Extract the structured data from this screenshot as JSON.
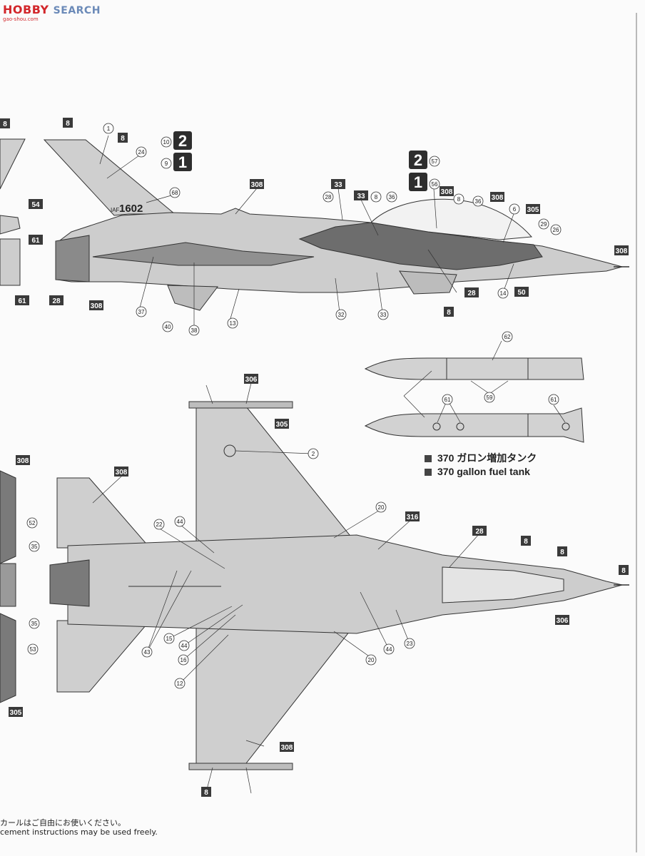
{
  "watermark": {
    "brand": "HOBBY",
    "suffix": "SEARCH",
    "url": "gao-shou.com"
  },
  "fuel_tank": {
    "label_jp": "370 ガロン増加タンク",
    "label_en": "370 gallon fuel tank"
  },
  "footer": {
    "line_jp": "カールはご自由にお使いください。",
    "line_en": "cement instructions may be used freely."
  },
  "aircraft_marks": {
    "serial_prefix": "IAF",
    "serial": "1602"
  },
  "badges": {
    "b2": "2",
    "b1": "1"
  },
  "box_callouts": [
    "8",
    "8",
    "8",
    "54",
    "61",
    "61",
    "28",
    "308",
    "308",
    "33",
    "33",
    "308",
    "308",
    "305",
    "28",
    "50",
    "8",
    "308",
    "306",
    "305",
    "308",
    "308",
    "316",
    "28",
    "8",
    "8",
    "8",
    "306",
    "308",
    "305",
    "8"
  ],
  "circle_callouts": [
    "1",
    "24",
    "10",
    "9",
    "68",
    "28",
    "8",
    "36",
    "57",
    "56",
    "8",
    "36",
    "6",
    "29",
    "26",
    "14",
    "37",
    "40",
    "38",
    "13",
    "32",
    "33",
    "62",
    "59",
    "61",
    "61",
    "2",
    "52",
    "35",
    "35",
    "53",
    "22",
    "44",
    "20",
    "15",
    "44",
    "16",
    "43",
    "12",
    "44",
    "23",
    "20"
  ]
}
